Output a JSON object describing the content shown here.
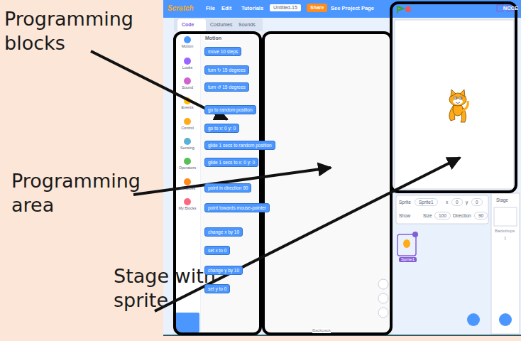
{
  "diagram": {
    "labels": [
      "Programming blocks",
      "Programming area",
      "Stage with sprite",
      "Scratch",
      "File",
      "Edit",
      "Tutorials",
      "Untitled-15",
      "Share",
      "See Project Page",
      "NCCE",
      "Code",
      "Costumes",
      "Sounds",
      "Motion",
      "Looks",
      "Sound",
      "Events",
      "Control",
      "Sensing",
      "Operators",
      "Variables",
      "My Blocks",
      "Motion",
      "move 10 steps",
      "turn ↻ 15 degrees",
      "turn ↺ 15 degrees",
      "go to random position",
      "go to x: 0 y: 0",
      "glide 1 secs to random position",
      "glide 1 secs to x: 0 y: 0",
      "point in direction 90",
      "point towards mouse-pointer",
      "change x by 10",
      "set x to 0",
      "change y by 10",
      "set y to 0",
      "Sprite",
      "Sprite1",
      "x",
      "0",
      "y",
      "0",
      "Show",
      "Size",
      "100",
      "Direction",
      "90",
      "Sprite1",
      "Stage",
      "Backdrops",
      "1",
      "Backpack"
    ]
  }
}
